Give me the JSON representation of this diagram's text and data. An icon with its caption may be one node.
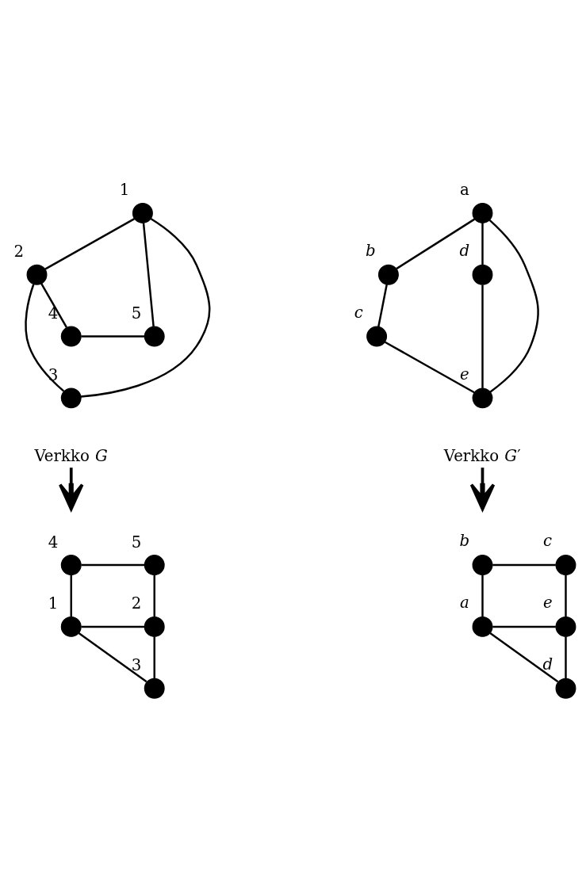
{
  "diagram": {
    "nodes": [
      {
        "text": [],
        "shape": "circle",
        "beside": [
          "1"
        ]
      },
      {
        "text": [],
        "shape": "circle",
        "beside": [
          "2"
        ]
      },
      {
        "text": [],
        "shape": "circle",
        "beside": [
          "4"
        ]
      },
      {
        "text": [],
        "shape": "circle",
        "beside": [
          "5"
        ]
      },
      {
        "text": [],
        "shape": "circle",
        "beside": [
          "3"
        ]
      },
      {
        "text": [],
        "shape": "circle",
        "beside": [
          "a"
        ]
      },
      {
        "text": [],
        "shape": "circle",
        "beside": [
          "b"
        ]
      },
      {
        "text": [],
        "shape": "circle",
        "beside": [
          "d"
        ]
      },
      {
        "text": [],
        "shape": "circle",
        "beside": [
          "c"
        ]
      },
      {
        "text": [],
        "shape": "circle",
        "beside": [
          "e"
        ]
      },
      {
        "text": [
          "Verkko *G*′"
        ]
      },
      {
        "text": [
          "Verkko *G*"
        ]
      },
      {
        "text": [],
        "shape": "circle",
        "beside": [
          "4"
        ]
      },
      {
        "text": [],
        "shape": "circle",
        "beside": [
          "5"
        ]
      },
      {
        "text": [],
        "shape": "circle",
        "beside": [
          "1"
        ]
      },
      {
        "text": [],
        "shape": "circle",
        "beside": [
          "2"
        ]
      },
      {
        "text": [],
        "shape": "circle",
        "beside": [
          "3"
        ]
      },
      {
        "text": [],
        "shape": "circle",
        "beside": [
          "b"
        ]
      },
      {
        "text": [],
        "shape": "circle",
        "beside": [
          "c"
        ]
      },
      {
        "text": [],
        "shape": "circle",
        "beside": [
          "a"
        ]
      },
      {
        "text": [],
        "shape": "circle",
        "beside": [
          "e"
        ]
      },
      {
        "text": [],
        "shape": "circle",
        "beside": [
          "d"
        ]
      }
    ],
    "edges": [
      {
        "from": 0,
        "to": 1,
        "arrow": "none"
      },
      {
        "from": 0,
        "to": 4,
        "arrow": "none"
      },
      {
        "from": 0,
        "to": 3,
        "arrow": "none"
      },
      {
        "from": 1,
        "to": 2,
        "arrow": "none"
      },
      {
        "from": 1,
        "to": 4,
        "arrow": "none"
      },
      {
        "from": 2,
        "to": 3,
        "arrow": "none"
      },
      {
        "from": 5,
        "to": 6,
        "arrow": "none"
      },
      {
        "from": 6,
        "to": 8,
        "arrow": "none"
      },
      {
        "from": 8,
        "to": 9,
        "arrow": "none"
      },
      {
        "from": 5,
        "to": 7,
        "arrow": "none"
      },
      {
        "from": 7,
        "to": 9,
        "arrow": "none"
      },
      {
        "from": 5,
        "to": 9,
        "arrow": "none"
      },
      {
        "from": 10,
        "to": null,
        "arrow": "to"
      },
      {
        "from": 11,
        "to": null,
        "arrow": "to"
      },
      {
        "from": 12,
        "to": 13,
        "arrow": "none"
      },
      {
        "from": 12,
        "to": 14,
        "arrow": "none"
      },
      {
        "from": 13,
        "to": 15,
        "arrow": "none"
      },
      {
        "from": 14,
        "to": 15,
        "arrow": "none"
      },
      {
        "from": 14,
        "to": 16,
        "arrow": "none"
      },
      {
        "from": 15,
        "to": 16,
        "arrow": "none"
      },
      {
        "from": 17,
        "to": 18,
        "arrow": "none"
      },
      {
        "from": 17,
        "to": 19,
        "arrow": "none"
      },
      {
        "from": 18,
        "to": 20,
        "arrow": "none"
      },
      {
        "from": 19,
        "to": 20,
        "arrow": "none"
      },
      {
        "from": 19,
        "to": 21,
        "arrow": "none"
      },
      {
        "from": 20,
        "to": 21,
        "arrow": "none"
      }
    ]
  }
}
